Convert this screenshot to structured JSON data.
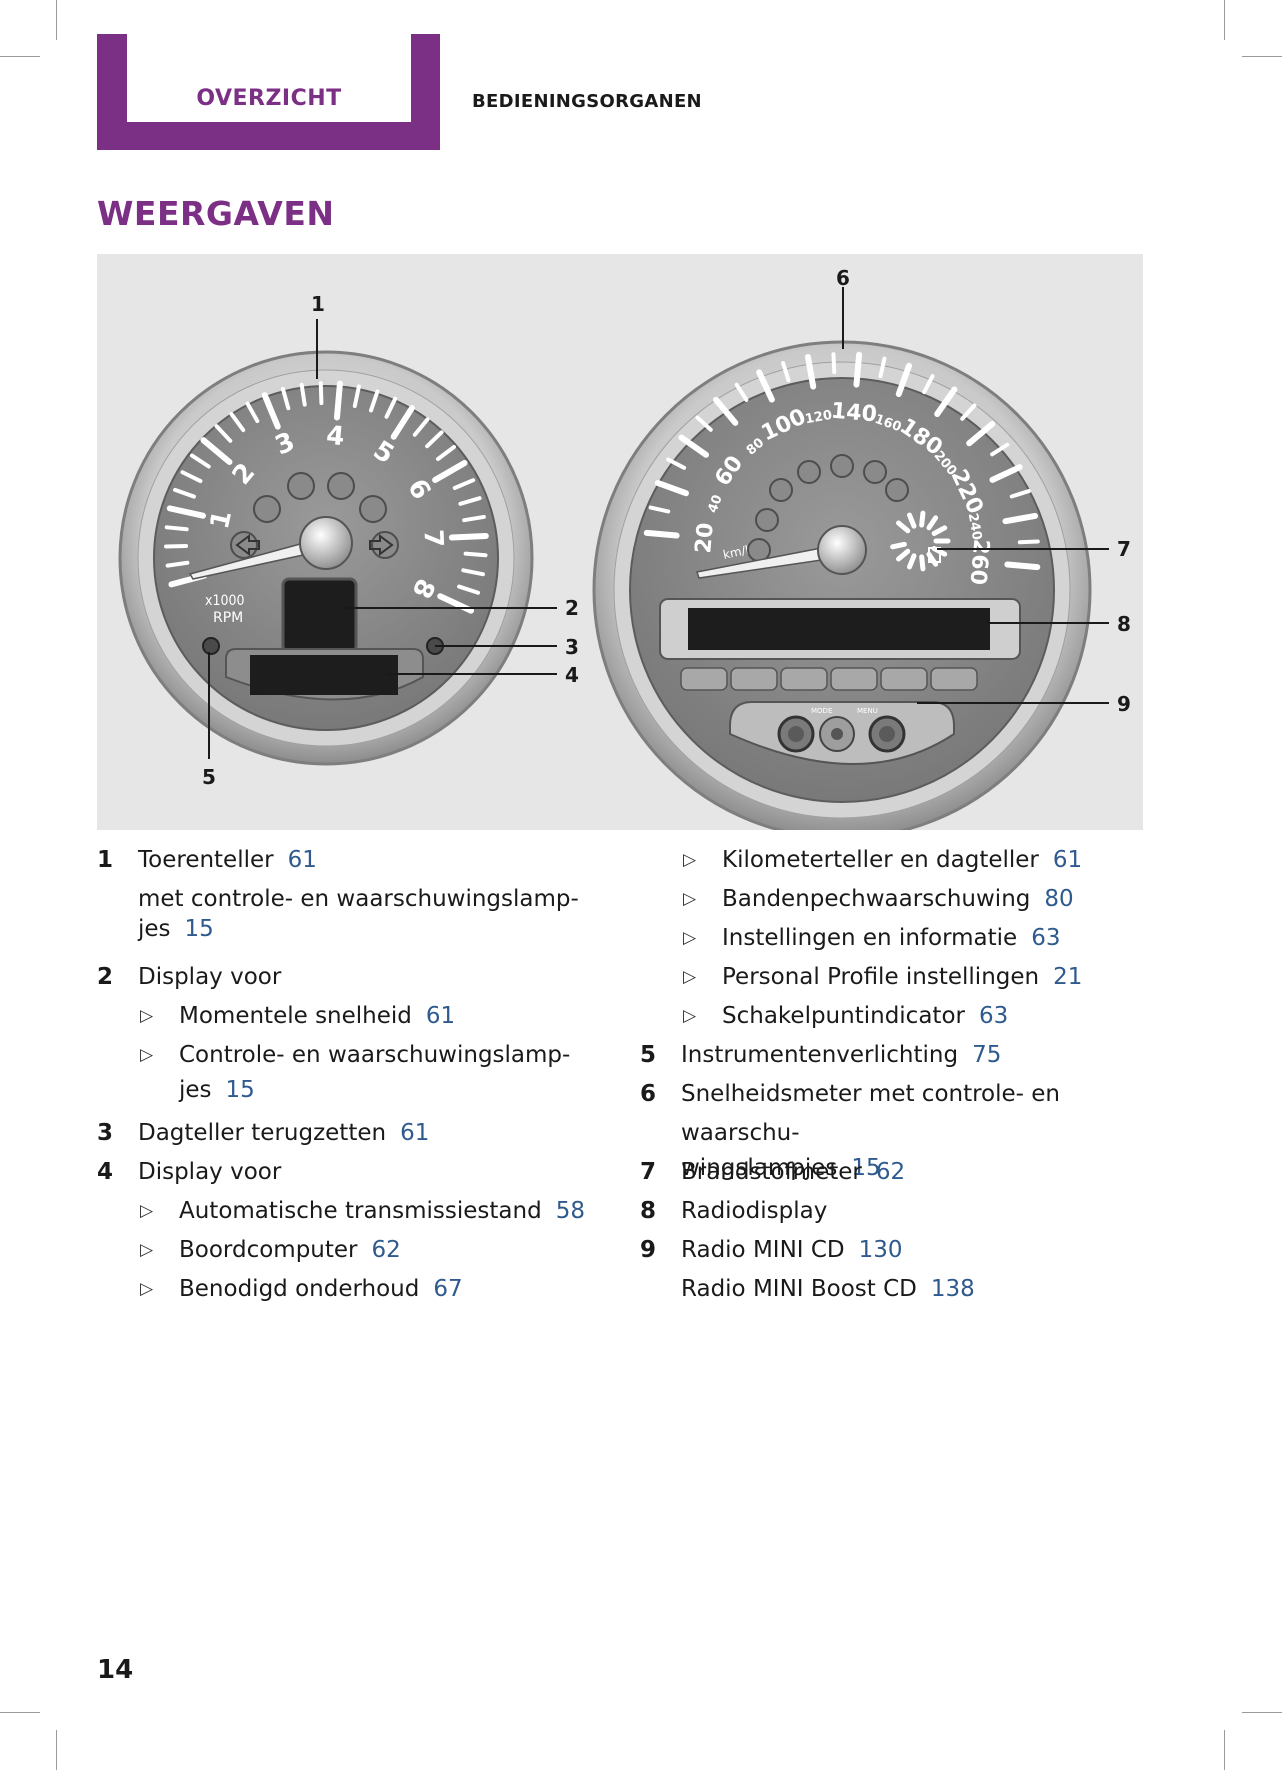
{
  "header": {
    "chapter_tab": "OVERZICHT",
    "section": "BEDIENINGSORGANEN"
  },
  "page_title": "WEERGAVEN",
  "figure": {
    "callouts": [
      "1",
      "2",
      "3",
      "4",
      "5",
      "6",
      "7",
      "8",
      "9"
    ],
    "tachometer": {
      "scale": [
        "1",
        "2",
        "3",
        "4",
        "5",
        "6",
        "7",
        "8"
      ],
      "unit_line1": "x1000",
      "unit_line2": "RPM"
    },
    "speedometer": {
      "scale": [
        "20",
        "40",
        "60",
        "80",
        "100",
        "120",
        "140",
        "160",
        "180",
        "200",
        "220",
        "240",
        "260"
      ],
      "unit": "km/h",
      "button_mode": "MODE",
      "button_menu": "MENU"
    }
  },
  "legend": {
    "left": [
      {
        "num": "1",
        "text": "Toerenteller",
        "ref": "61"
      },
      {
        "cont1": "met controle- en waarschuwingslamp-",
        "cont2": "jes",
        "ref": "15"
      },
      {
        "num": "2",
        "text": "Display voor"
      },
      {
        "bullet": true,
        "text": "Momentele snelheid",
        "ref": "61"
      },
      {
        "bullet": true,
        "cont1": "Controle- en waarschuwingslamp-",
        "cont2": "jes",
        "ref": "15"
      },
      {
        "num": "3",
        "text": "Dagteller terugzetten",
        "ref": "61"
      },
      {
        "num": "4",
        "text": "Display voor"
      },
      {
        "bullet": true,
        "text": "Automatische transmissiestand",
        "ref": "58"
      },
      {
        "bullet": true,
        "text": "Boordcomputer",
        "ref": "62"
      },
      {
        "bullet": true,
        "text": "Benodigd onderhoud",
        "ref": "67"
      }
    ],
    "right": [
      {
        "bullet": true,
        "text": "Kilometerteller en dagteller",
        "ref": "61"
      },
      {
        "bullet": true,
        "text": "Bandenpechwaarschuwing",
        "ref": "80"
      },
      {
        "bullet": true,
        "text": "Instellingen en informatie",
        "ref": "63"
      },
      {
        "bullet": true,
        "text": "Personal Profile instellingen",
        "ref": "21"
      },
      {
        "bullet": true,
        "text": "Schakelpuntindicator",
        "ref": "63"
      },
      {
        "num": "5",
        "text": "Instrumentenverlichting",
        "ref": "75"
      },
      {
        "num": "6",
        "cont1": "Snelheidsmeter met controle- en waarschu-",
        "cont2": "wingslampjes",
        "ref": "15"
      },
      {
        "num": "7",
        "text": "Brandstofmeter",
        "ref": "62"
      },
      {
        "num": "8",
        "text": "Radiodisplay"
      },
      {
        "num": "9",
        "text": "Radio MINI CD",
        "ref": "130"
      },
      {
        "cont_only": true,
        "text": "Radio MINI Boost CD",
        "ref": "138"
      }
    ]
  },
  "page_number": "14"
}
